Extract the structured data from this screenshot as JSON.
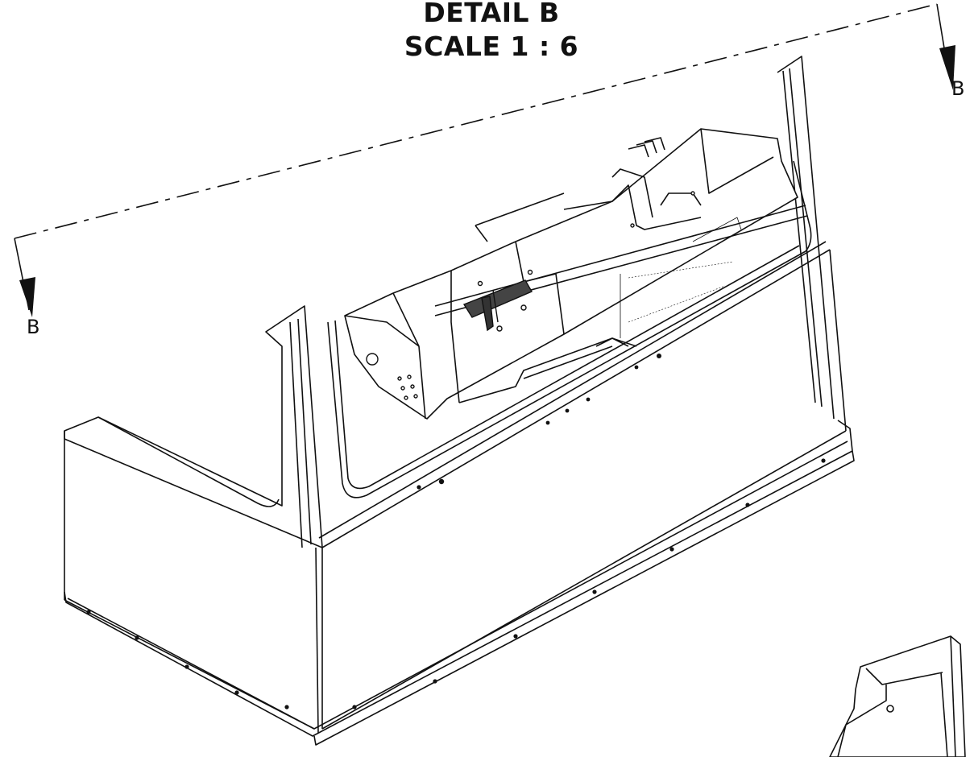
{
  "detail": {
    "title": "DETAIL B",
    "scale": "SCALE 1 : 6",
    "section_label_right": "B",
    "section_label_left": "B"
  },
  "colors": {
    "line": "#111111",
    "background": "#ffffff",
    "bracket_fill": "#444444"
  }
}
